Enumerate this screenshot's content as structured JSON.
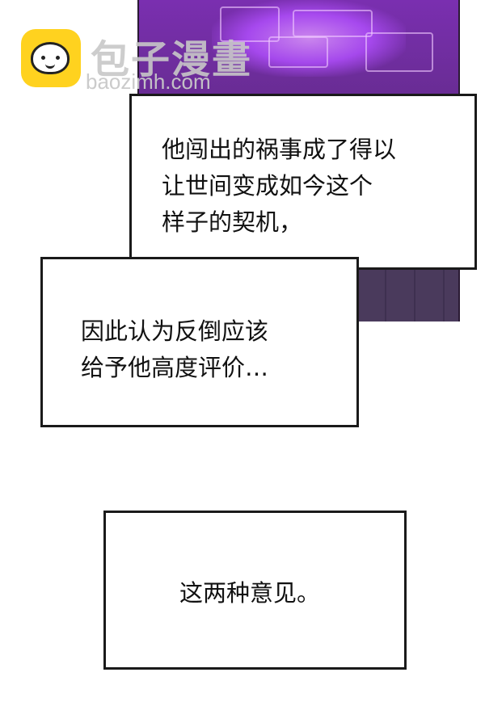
{
  "watermark": {
    "name": "包子漫畫",
    "url": "baozimh.com"
  },
  "bubbles": [
    {
      "lines": [
        "他闯出的祸事成了得以",
        "让世间变成如今这个",
        "样子的契机，"
      ]
    },
    {
      "lines": [
        "因此认为反倒应该",
        "给予他高度评价…"
      ]
    },
    {
      "lines": [
        "这两种意见。"
      ]
    }
  ]
}
